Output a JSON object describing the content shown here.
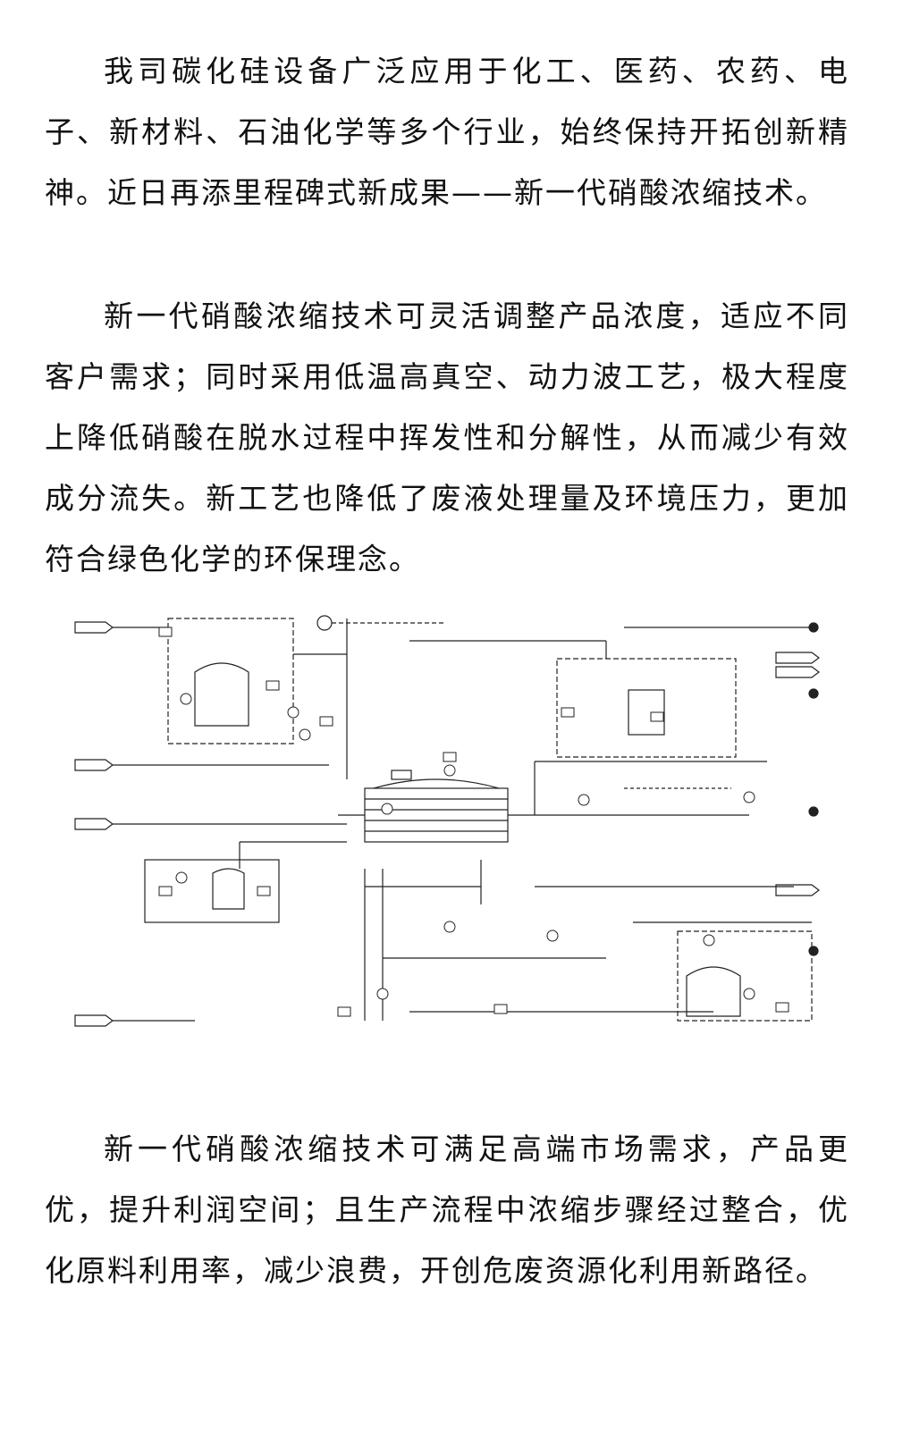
{
  "article": {
    "paragraph1": "我司碳化硅设备广泛应用于化工、医药、农药、电子、新材料、石油化学等多个行业，始终保持开拓创新精神。近日再添里程碑式新成果——新一代硝酸浓缩技术。",
    "paragraph2": "新一代硝酸浓缩技术可灵活调整产品浓度，适应不同客户需求；同时采用低温高真空、动力波工艺，极大程度上降低硝酸在脱水过程中挥发性和分解性，从而减少有效成分流失。新工艺也降低了废液处理量及环境压力，更加符合绿色化学的环保理念。",
    "paragraph3": "新一代硝酸浓缩技术可满足高端市场需求，产品更优，提升利润空间；且生产流程中浓缩步骤经过整合，优化原料利用率，减少浪费，开创危废资源化利用新路径。"
  },
  "figure": {
    "icon": "process-flow-diagram",
    "line_color": "#222222"
  }
}
